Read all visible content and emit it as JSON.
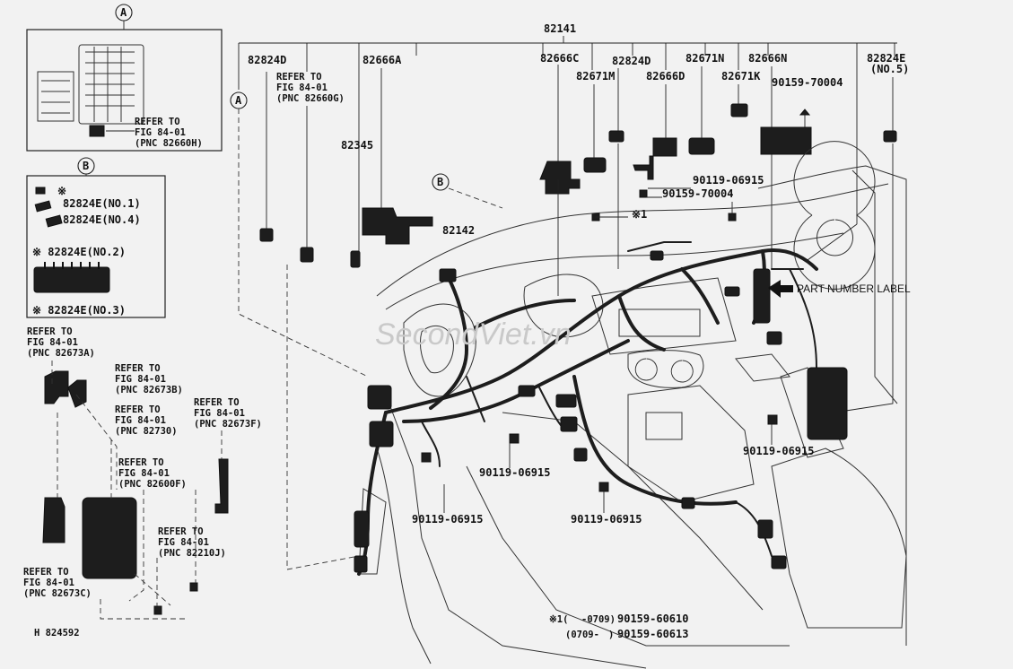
{
  "callouts": {
    "a": "A",
    "b": "B"
  },
  "part_numbers": {
    "p82141": "82141",
    "p82824D_1": "82824D",
    "p82666A": "82666A",
    "p82666C": "82666C",
    "p82824D_2": "82824D",
    "p82671N": "82671N",
    "p82666N": "82666N",
    "p82824E": "82824E",
    "p82824E_no": "(NO.5)",
    "p82671M": "82671M",
    "p82666D": "82666D",
    "p82671K": "82671K",
    "p90159_70004_a": "90159-70004",
    "p90119_06915_a": "90119-06915",
    "p90159_70004_b": "90159-70004",
    "p82345": "82345",
    "p82142": "82142",
    "p90119_06915_b": "90119-06915",
    "p90119_06915_c": "90119-06915",
    "p90119_06915_d": "90119-06915",
    "p90119_06915_e": "90119-06915",
    "star1": "※1"
  },
  "part_number_label": "PART NUMBER LABEL",
  "refer_top": {
    "l1": "REFER TO",
    "l2": "FIG 84-01",
    "l3": "(PNC 82660G)"
  },
  "box_a": {
    "refer_l1": "REFER TO",
    "refer_l2": "FIG 84-01",
    "refer_l3": "(PNC 82660H)"
  },
  "box_b": {
    "star": "※",
    "no1": "82824E(NO.1)",
    "no4": "82824E(NO.4)",
    "no2": "※ 82824E(NO.2)",
    "no3": "※ 82824E(NO.3)"
  },
  "refs_left": {
    "r82673A": [
      "REFER TO",
      "FIG 84-01",
      "(PNC 82673A)"
    ],
    "r82673B": [
      "REFER TO",
      "FIG 84-01",
      "(PNC 82673B)"
    ],
    "r82730": [
      "REFER TO",
      "FIG 84-01",
      "(PNC 82730)"
    ],
    "r82673F": [
      "REFER TO",
      "FIG 84-01",
      "(PNC 82673F)"
    ],
    "r82600F": [
      "REFER TO",
      "FIG 84-01",
      "(PNC 82600F)"
    ],
    "r82210J": [
      "REFER TO",
      "FIG 84-01",
      "(PNC 82210J)"
    ],
    "r82673C": [
      "REFER TO",
      "FIG 84-01",
      "(PNC 82673C)"
    ]
  },
  "footnote": {
    "row1_star": "※1(",
    "row1_range": "-0709)",
    "row1_part": "90159-60610",
    "row2_range": "(0709-",
    "row2_paren": ")",
    "row2_part": "90159-60613"
  },
  "figure_id": "H 824592",
  "watermark": "SecondViet.vn"
}
